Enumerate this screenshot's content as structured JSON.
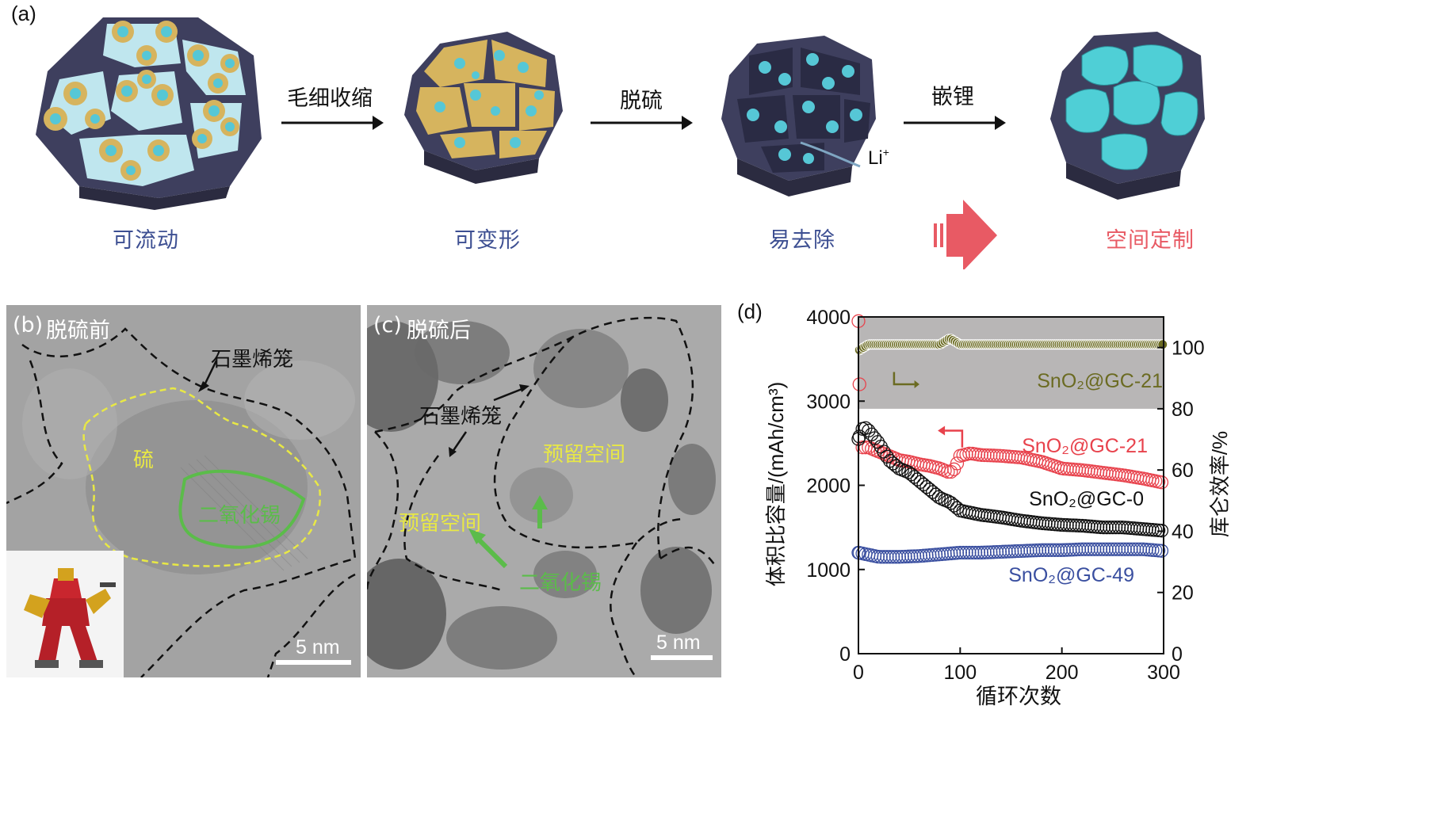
{
  "panel_a": {
    "label": "(a)",
    "steps": [
      "可流动",
      "可变形",
      "易去除",
      "空间定制"
    ],
    "arrows": [
      "毛细收缩",
      "脱硫",
      "嵌锂"
    ],
    "li_label": "Li",
    "li_sup": "+",
    "colors": {
      "shell": "#3e3f5e",
      "cavity": "#bfe6ee",
      "sulfur": "#d6b45e",
      "particle": "#56c7d6",
      "highlight": "#e85a64",
      "step_text": "#3d4f92"
    }
  },
  "panel_b": {
    "label": "(b)",
    "title": "脱硫前",
    "cage": "石墨烯笼",
    "sulfur": "硫",
    "tin": "二氧化锡",
    "scale": "5 nm"
  },
  "panel_c": {
    "label": "(c)",
    "title": "脱硫后",
    "cage": "石墨烯笼",
    "space1": "预留空间",
    "space2": "预留空间",
    "tin": "二氧化锡",
    "scale": "5 nm"
  },
  "panel_d": {
    "label": "(d)"
  },
  "chart_data": {
    "type": "scatter",
    "xlabel": "循环次数",
    "ylabel": "体积比容量/(mAh/cm³)",
    "ylabel_right": "库仑效率/%",
    "xlim": [
      0,
      300
    ],
    "ylim": [
      0,
      4000
    ],
    "ylim_right": [
      0,
      110
    ],
    "x_ticks": [
      0,
      100,
      200,
      300
    ],
    "y_ticks": [
      0,
      1000,
      2000,
      3000,
      4000
    ],
    "y_right_ticks": [
      0,
      20,
      40,
      60,
      80,
      100
    ],
    "series": [
      {
        "name": "SnO₂@GC-21",
        "color": "#e8424c",
        "points": [
          [
            0,
            3950
          ],
          [
            2,
            2450
          ],
          [
            10,
            2450
          ],
          [
            20,
            2400
          ],
          [
            30,
            2350
          ],
          [
            40,
            2300
          ],
          [
            50,
            2280
          ],
          [
            60,
            2250
          ],
          [
            70,
            2230
          ],
          [
            80,
            2200
          ],
          [
            90,
            2150
          ],
          [
            95,
            2200
          ],
          [
            100,
            2350
          ],
          [
            110,
            2380
          ],
          [
            120,
            2360
          ],
          [
            140,
            2350
          ],
          [
            160,
            2330
          ],
          [
            180,
            2280
          ],
          [
            200,
            2200
          ],
          [
            220,
            2180
          ],
          [
            240,
            2150
          ],
          [
            260,
            2120
          ],
          [
            280,
            2080
          ],
          [
            300,
            2030
          ]
        ]
      },
      {
        "name": "SnO₂@GC-0",
        "color": "#111111",
        "points": [
          [
            0,
            2550
          ],
          [
            5,
            2700
          ],
          [
            10,
            2650
          ],
          [
            20,
            2500
          ],
          [
            30,
            2300
          ],
          [
            40,
            2200
          ],
          [
            50,
            2150
          ],
          [
            60,
            2050
          ],
          [
            70,
            1950
          ],
          [
            80,
            1850
          ],
          [
            90,
            1800
          ],
          [
            100,
            1700
          ],
          [
            120,
            1650
          ],
          [
            140,
            1620
          ],
          [
            160,
            1580
          ],
          [
            180,
            1550
          ],
          [
            200,
            1530
          ],
          [
            220,
            1520
          ],
          [
            240,
            1500
          ],
          [
            260,
            1500
          ],
          [
            280,
            1480
          ],
          [
            300,
            1460
          ]
        ]
      },
      {
        "name": "SnO₂@GC-49",
        "color": "#3a4fa0",
        "points": [
          [
            0,
            1200
          ],
          [
            20,
            1150
          ],
          [
            40,
            1150
          ],
          [
            60,
            1160
          ],
          [
            80,
            1180
          ],
          [
            100,
            1200
          ],
          [
            120,
            1200
          ],
          [
            140,
            1210
          ],
          [
            160,
            1220
          ],
          [
            180,
            1230
          ],
          [
            200,
            1230
          ],
          [
            220,
            1240
          ],
          [
            240,
            1240
          ],
          [
            260,
            1240
          ],
          [
            280,
            1240
          ],
          [
            300,
            1220
          ]
        ]
      },
      {
        "name": "SnO₂@GC-21",
        "axis": "right",
        "color": "#6b6b22",
        "background": "#b8b6b6",
        "points": [
          [
            0,
            99
          ],
          [
            10,
            101
          ],
          [
            20,
            101
          ],
          [
            40,
            101
          ],
          [
            60,
            101
          ],
          [
            80,
            101
          ],
          [
            90,
            103
          ],
          [
            100,
            101
          ],
          [
            120,
            101
          ],
          [
            150,
            101
          ],
          [
            200,
            101
          ],
          [
            250,
            101
          ],
          [
            300,
            101
          ]
        ]
      }
    ],
    "labels": {
      "red": "SnO₂@GC-21",
      "black": "SnO₂@GC-0",
      "blue": "SnO₂@GC-49",
      "olive": "SnO₂@GC-21"
    }
  }
}
